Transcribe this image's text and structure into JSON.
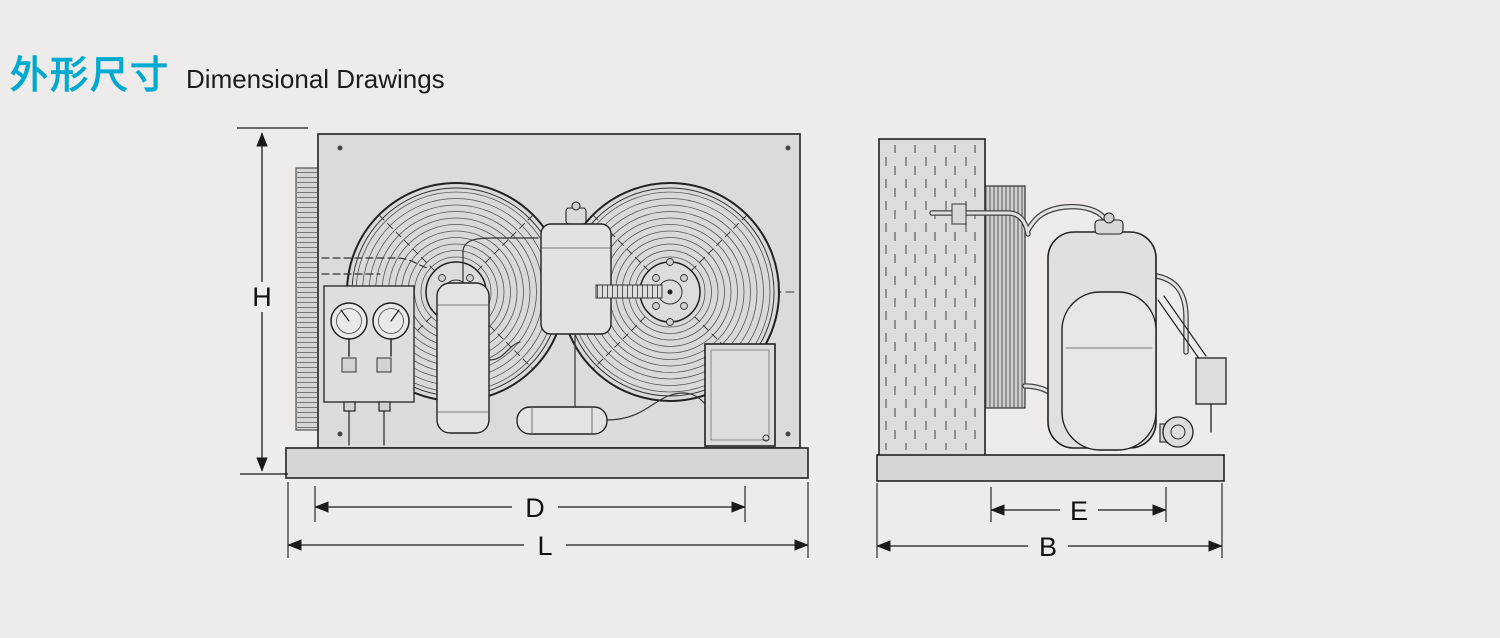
{
  "page": {
    "background": "#edecea",
    "accent_color": "#00a9cf",
    "line_color": "#1a1a1a"
  },
  "header": {
    "title_cn": "外形尺寸",
    "title_en": "Dimensional Drawings"
  },
  "drawing": {
    "views": [
      {
        "id": "front-view",
        "dimension_labels": {
          "height": "H",
          "inner_width": "D",
          "overall_length": "L"
        }
      },
      {
        "id": "side-view",
        "dimension_labels": {
          "inner_depth": "E",
          "overall_depth": "B"
        }
      }
    ]
  }
}
